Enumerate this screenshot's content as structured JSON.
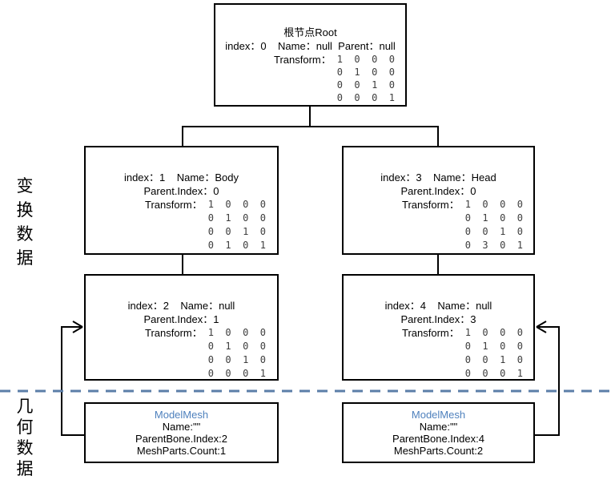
{
  "diagram": {
    "side_labels": {
      "transform": [
        "变",
        "换",
        "数",
        "据"
      ],
      "geometry": [
        "几",
        "何",
        "数",
        "据"
      ]
    },
    "bones": [
      {
        "title": "根节点Root",
        "info1": "index：0    Name：null  Parent：null",
        "transform_label": "Transform：",
        "matrix": [
          "1  0  0  0",
          "0  1  0  0",
          "0  0  1  0",
          "0  0  0  1"
        ]
      },
      {
        "info1": "index：1    Name：Body",
        "info2": "Parent.Index：0",
        "transform_label": "Transform：",
        "matrix": [
          "1  0  0  0",
          "0  1  0  0",
          "0  0  1  0",
          "0  1  0  1"
        ]
      },
      {
        "info1": "index：3    Name：Head",
        "info2": "Parent.Index：0",
        "transform_label": "Transform：",
        "matrix": [
          "1  0  0  0",
          "0  1  0  0",
          "0  0  1  0",
          "0  3  0  1"
        ]
      },
      {
        "info1": "index：2    Name：null",
        "info2": "Parent.Index：1",
        "transform_label": "Transform：",
        "matrix": [
          "1  0  0  0",
          "0  1  0  0",
          "0  0  1  0",
          "0  0  0  1"
        ]
      },
      {
        "info1": "index：4    Name：null",
        "info2": "Parent.Index：3",
        "transform_label": "Transform：",
        "matrix": [
          "1  0  0  0",
          "0  1  0  0",
          "0  0  1  0",
          "0  0  0  1"
        ]
      }
    ],
    "meshes": [
      {
        "title": "ModelMesh",
        "name": "Name:\"\"",
        "parent_bone": "ParentBone.Index:2",
        "mesh_parts": "MeshParts.Count:1"
      },
      {
        "title": "ModelMesh",
        "name": "Name:\"\"",
        "parent_bone": "ParentBone.Index:4",
        "mesh_parts": "MeshParts.Count:2"
      }
    ],
    "colors": {
      "mesh_title": "#4f81bd",
      "divider": "#5b7ea8",
      "connector": "#000000",
      "matrix_text": "#3d3d3d"
    }
  }
}
